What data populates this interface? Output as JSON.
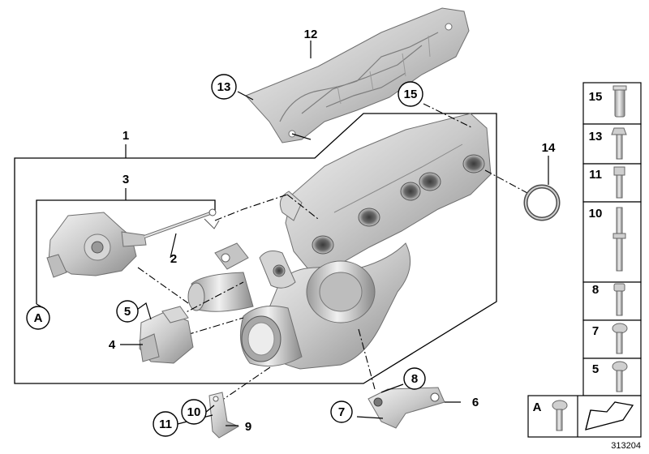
{
  "callouts": {
    "c1": "1",
    "c2": "2",
    "c3": "3",
    "c4": "4",
    "c5": "5",
    "c6": "6",
    "c7": "7",
    "c8": "8",
    "c9": "9",
    "c10": "10",
    "c11": "11",
    "c12": "12",
    "c13": "13",
    "c14": "14",
    "c15": "15",
    "cA": "A"
  },
  "legend": {
    "r15": "15",
    "r13": "13",
    "r11": "11",
    "r10": "10",
    "r8": "8",
    "r7": "7",
    "r5": "5",
    "rA": "A"
  },
  "diagram_number": "313204"
}
